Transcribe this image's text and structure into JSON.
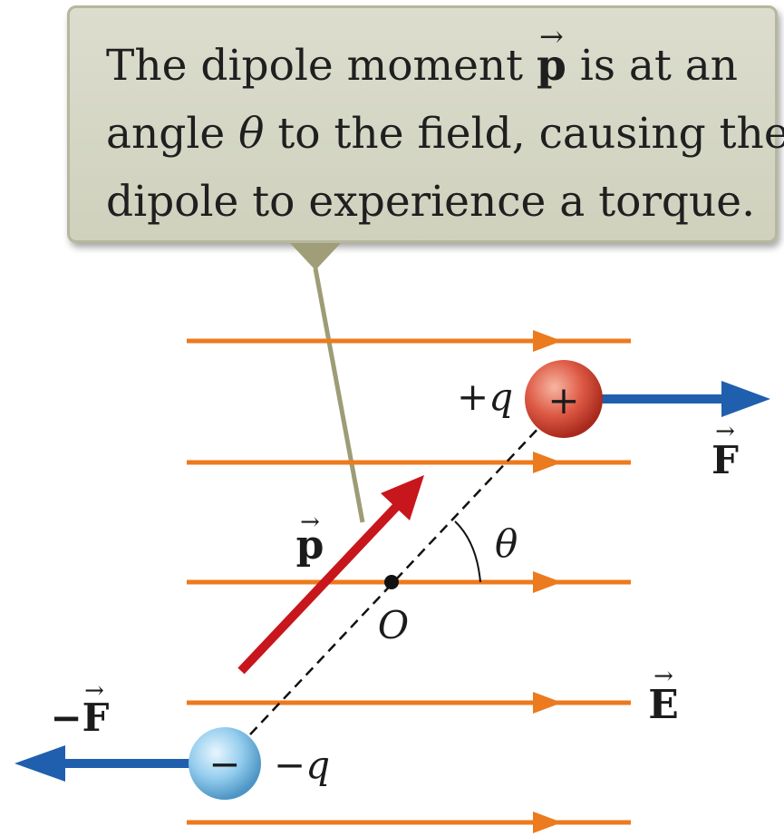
{
  "callout": {
    "line1_a": "The dipole moment ",
    "p_symbol": "p",
    "line1_b": " is at an",
    "line2_a": "angle ",
    "theta": "θ",
    "line2_b": " to the field, causing the",
    "line3": "dipole to experience a torque."
  },
  "labels": {
    "plus_q": "+q",
    "minus_q": "−q",
    "plus_sign": "+",
    "minus_sign": "−",
    "force": "F",
    "neg_force": "−F",
    "dipole_p": "p",
    "angle": "θ",
    "origin": "O",
    "field": "E"
  },
  "colors": {
    "field_lines": "#ec7a1e",
    "force_arrows": "#1f5fae",
    "dipole_arrow": "#c8161d",
    "positive_charge": "#d9493a",
    "negative_charge": "#8cc7ea",
    "callout_bg": "#d6d7c6",
    "pointer": "#9e9c76"
  }
}
